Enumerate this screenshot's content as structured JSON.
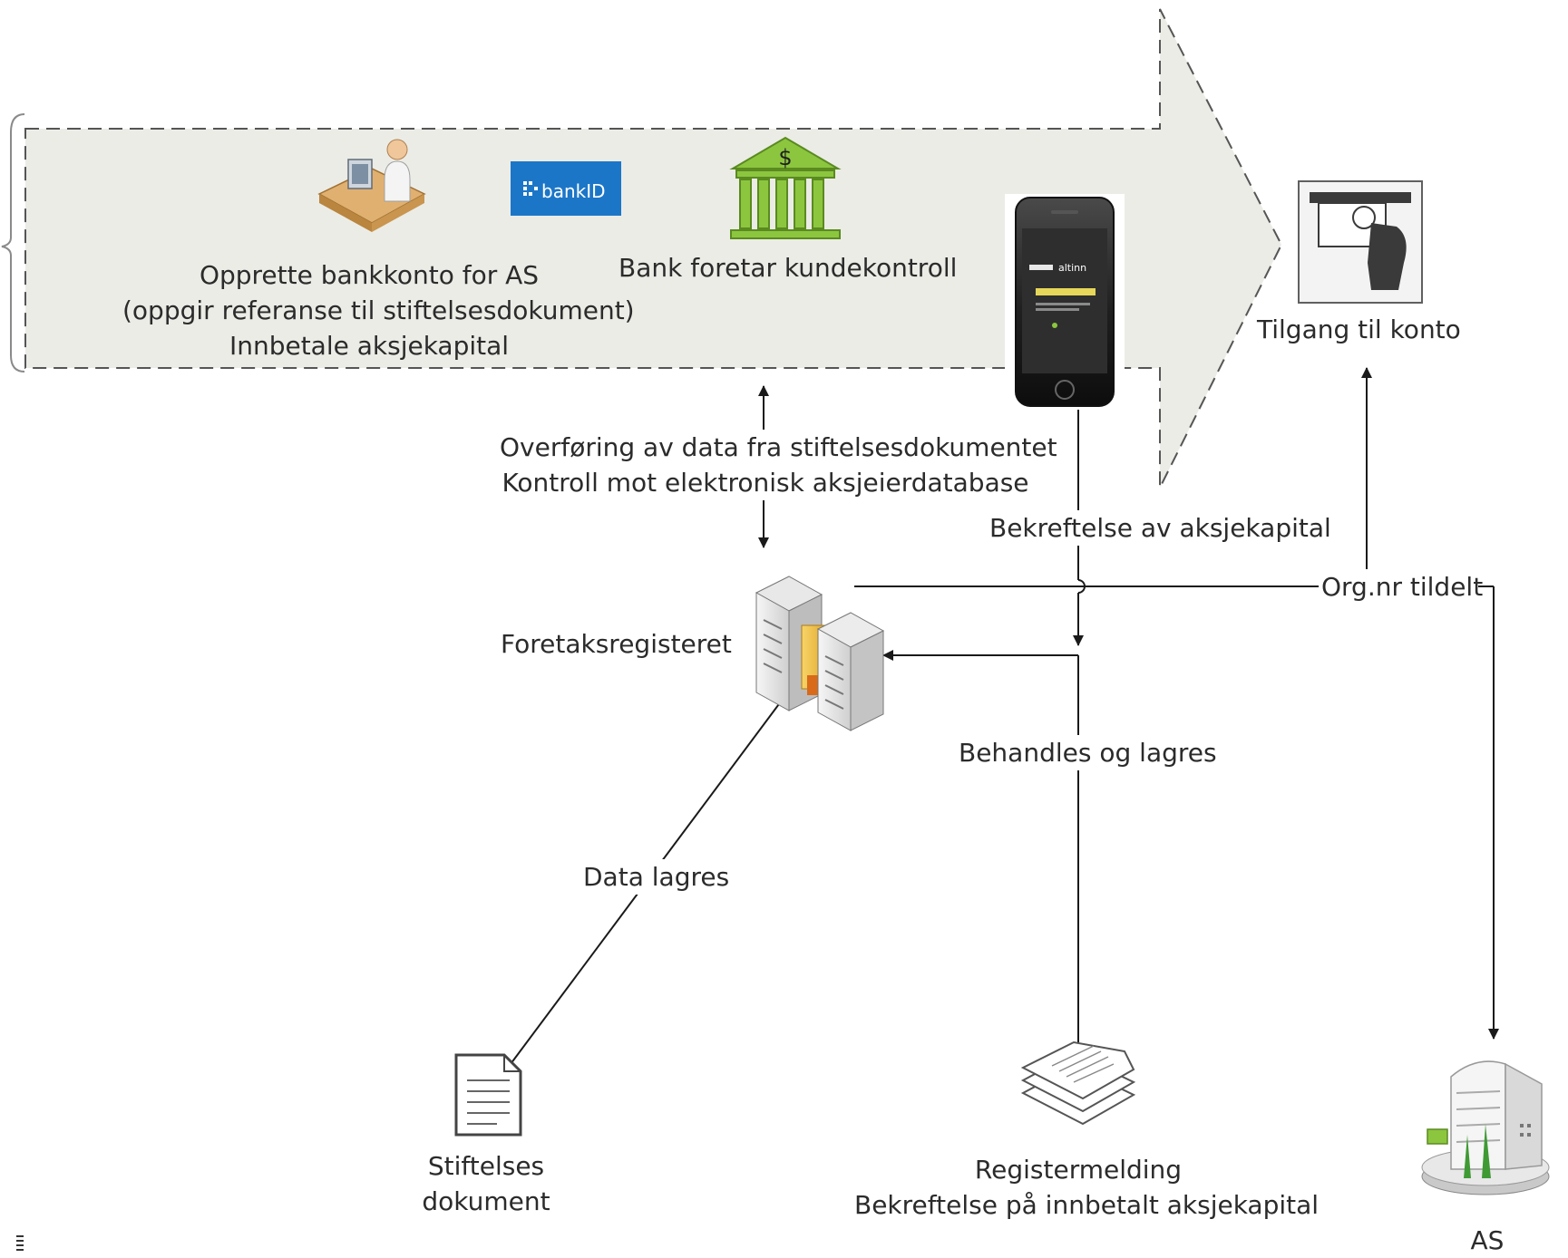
{
  "diagram": {
    "process_arrow": {
      "step_bank_account": {
        "line1": "Opprette bankkonto for AS",
        "line2": "(oppgir referanse til stiftelsesdokument)",
        "line3": "Innbetale aksjekapital"
      },
      "bankid_logo_text": "bankID",
      "step_customer_control": "Bank foretar kundekontroll",
      "phone_app_name": "altinn"
    },
    "account_access": "Tilgang til konto",
    "data_transfer": {
      "line1": "Overføring av data fra stiftelsesdokumentet",
      "line2": "Kontroll mot elektronisk aksjeierdatabase"
    },
    "capital_confirmation": "Bekreftelse av aksjekapital",
    "org_number_assigned": "Org.nr tildelt",
    "register_name": "Foretaksregisteret",
    "processed_and_stored": "Behandles og lagres",
    "data_stored": "Data lagres",
    "founding_document": {
      "line1": "Stiftelses",
      "line2": "dokument"
    },
    "register_notice": {
      "line1": "Registermelding",
      "line2": "Bekreftelse på innbetalt aksjekapital"
    },
    "company": "AS"
  },
  "colors": {
    "arrow_fill": "#ebece6",
    "bankid_blue": "#1c76c8",
    "bank_green": "#8cc63f",
    "line": "#1a1a1a"
  }
}
